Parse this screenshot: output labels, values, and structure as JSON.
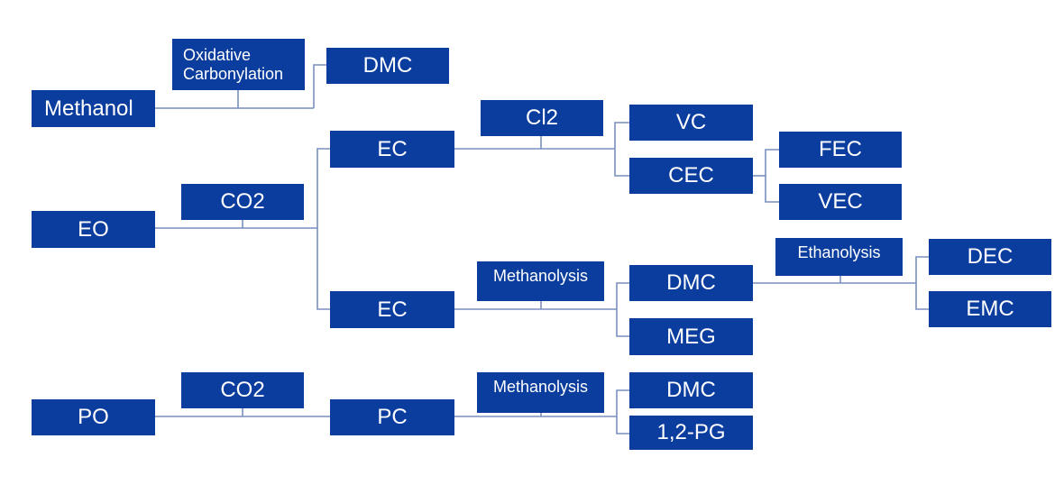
{
  "colors": {
    "box": "#0a3d9e",
    "text": "#ffffff",
    "connector": "#7a8fbf"
  },
  "nodes": {
    "methanol": "Methanol",
    "oxidative_carbonylation": [
      "Oxidative",
      "Carbonylation"
    ],
    "dmc_top": "DMC",
    "eo": "EO",
    "co2_eo": "CO2",
    "ec_upper": "EC",
    "ec_lower": "EC",
    "cl2": "Cl2",
    "vc": "VC",
    "cec": "CEC",
    "fec": "FEC",
    "vec": "VEC",
    "methanolysis_ec": "Methanolysis",
    "dmc_mid": "DMC",
    "meg": "MEG",
    "ethanolysis": "Ethanolysis",
    "dec": "DEC",
    "emc": "EMC",
    "po": "PO",
    "co2_po": "CO2",
    "pc": "PC",
    "methanolysis_pc": "Methanolysis",
    "dmc_bottom": "DMC",
    "pg": "1,2-PG"
  }
}
